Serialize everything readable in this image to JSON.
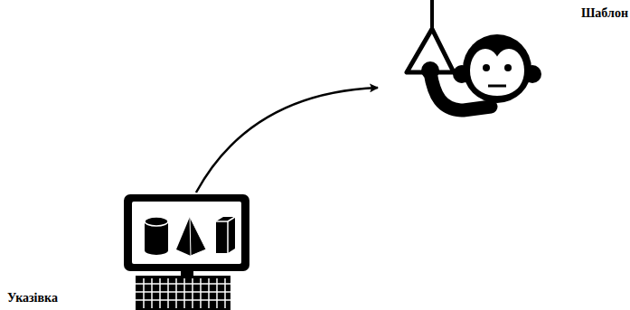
{
  "diagram": {
    "nodes": [
      {
        "text": [
          "Указівка"
        ]
      },
      {
        "text": [
          "Шаблон"
        ]
      }
    ],
    "edges": [
      {
        "from": 0,
        "to": 1,
        "arrow": "to"
      }
    ]
  }
}
